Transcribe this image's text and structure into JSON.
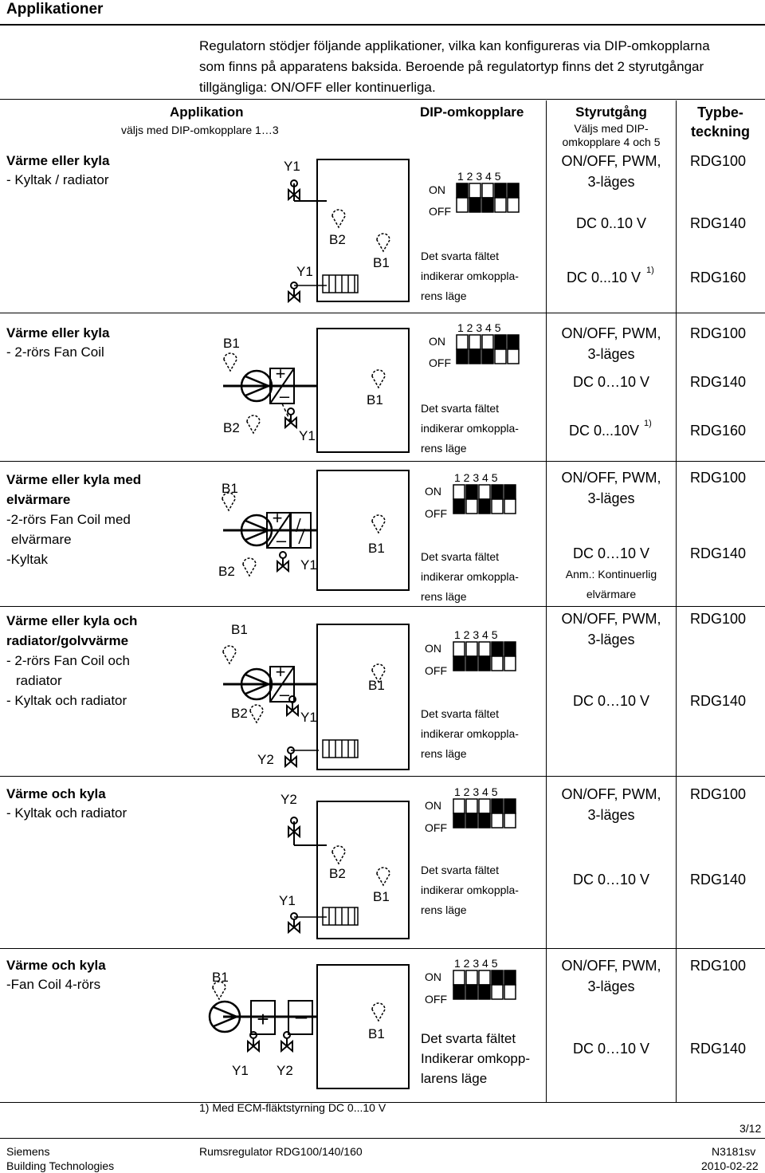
{
  "page_title": "Applikationer",
  "intro_lines": [
    "Regulatorn stödjer följande applikationer, vilka kan konfigureras via DIP-omkopplarna",
    "som finns på apparatens baksida. Beroende på regulatortyp finns det 2 styrutgångar",
    "tillgängliga: ON/OFF eller kontinuerliga."
  ],
  "header": {
    "applikation": "Applikation",
    "applikation_sub": "väljs med DIP-omkopplare 1…3",
    "dip": "DIP-omkopplare",
    "styrutgang": "Styrutgång",
    "styrutgang_sub1": "Väljs med DIP-",
    "styrutgang_sub2": "omkopplare 4 och 5",
    "typ1": "Typbe-",
    "typ2": "teckning"
  },
  "dip_common": {
    "numbers": "1 2 3 4 5",
    "on": "ON",
    "off": "OFF",
    "note_a": "Det svarta fältet",
    "note_b": "indikerar omkoppla-",
    "note_c": "rens läge",
    "note_b_last": "Indikerar omkopp-",
    "note_c_last": "larens läge"
  },
  "rows": [
    {
      "title": "Värme eller kyla",
      "sub": [
        "- Kyltak / radiator"
      ],
      "dip": [
        "on",
        "off",
        "off",
        "on",
        "on"
      ],
      "ctrl": [
        "ON/OFF, PWM,",
        "3-läges",
        "DC 0..10 V",
        "DC 0...10 V",
        "1)"
      ],
      "types": [
        "RDG100",
        "RDG140",
        "RDG160"
      ]
    },
    {
      "title": "Värme eller kyla",
      "sub": [
        "- 2-rörs Fan Coil"
      ],
      "dip": [
        "off",
        "off",
        "off",
        "on",
        "on"
      ],
      "ctrl": [
        "ON/OFF, PWM,",
        "3-läges",
        "DC 0…10 V",
        "DC 0...10V",
        "1)"
      ],
      "types": [
        "RDG100",
        "RDG140",
        "RDG160"
      ]
    },
    {
      "title": "Värme eller kyla med",
      "title2": "elvärmare",
      "sub": [
        "-2-rörs Fan Coil med",
        "elvärmare",
        "-Kyltak"
      ],
      "dip": [
        "off",
        "on",
        "off",
        "on",
        "on"
      ],
      "ctrl": [
        "ON/OFF, PWM,",
        "3-läges",
        "DC 0…10 V",
        "Anm.: Kontinuerlig",
        "elvärmare"
      ],
      "types": [
        "RDG100",
        "RDG140"
      ]
    },
    {
      "title": "Värme eller kyla och",
      "title2": "radiator/golvvärme",
      "sub": [
        "- 2-rörs Fan Coil och",
        "radiator",
        "- Kyltak och radiator"
      ],
      "dip": [
        "off",
        "off",
        "off",
        "on",
        "on"
      ],
      "ctrl": [
        "ON/OFF, PWM,",
        "3-läges",
        "DC 0…10 V"
      ],
      "types": [
        "RDG100",
        "RDG140"
      ]
    },
    {
      "title": "Värme och kyla",
      "sub": [
        "- Kyltak och radiator"
      ],
      "dip": [
        "off",
        "off",
        "off",
        "on",
        "on"
      ],
      "ctrl": [
        "ON/OFF, PWM,",
        "3-läges",
        "DC 0…10 V"
      ],
      "types": [
        "RDG100",
        "RDG140"
      ]
    },
    {
      "title": "Värme och kyla",
      "sub": [
        "-Fan Coil 4-rörs"
      ],
      "dip": [
        "off",
        "off",
        "off",
        "on",
        "on"
      ],
      "ctrl": [
        "ON/OFF, PWM,",
        "3-läges",
        "DC 0…10 V"
      ],
      "types": [
        "RDG100",
        "RDG140"
      ]
    }
  ],
  "labels": {
    "y1": "Y1",
    "y2": "Y2",
    "b1": "B1",
    "b2": "B2"
  },
  "footnote": "1)    Med ECM-fläktstyrning DC 0...10 V",
  "page_number": "3/12",
  "footer": {
    "left1": "Siemens",
    "left2": "Building Technologies",
    "center": "Rumsregulator RDG100/140/160",
    "right1": "N3181sv",
    "right2": "2010-02-22"
  }
}
